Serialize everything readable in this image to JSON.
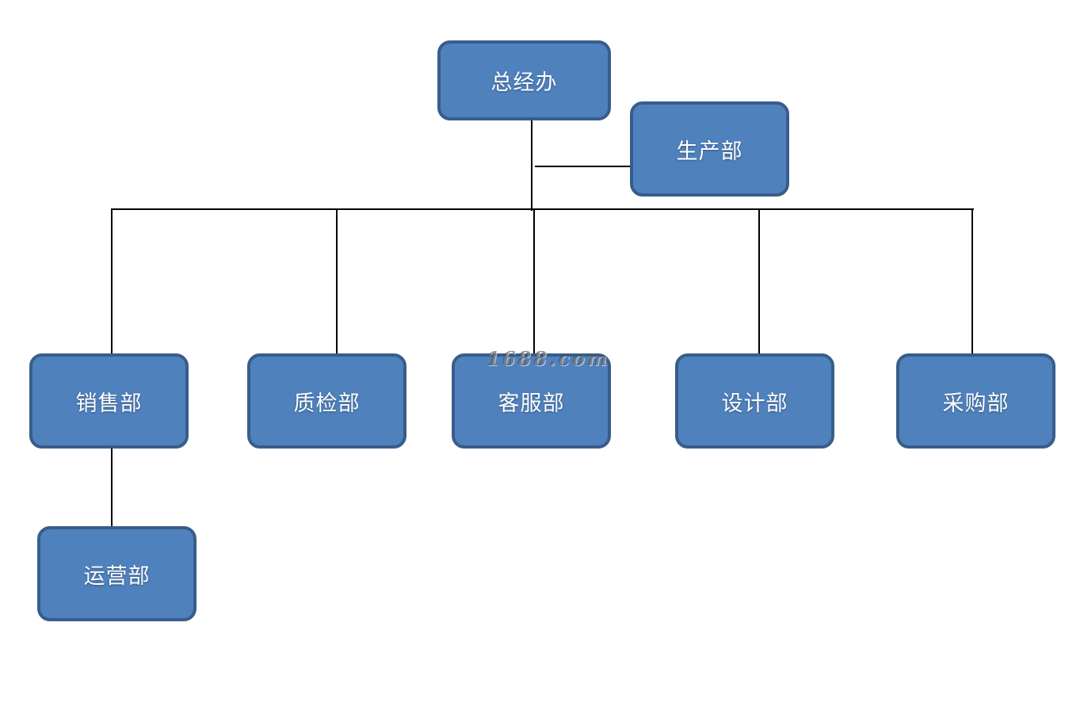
{
  "colors": {
    "node_fill": "#4f81bd",
    "node_border": "#385d8a",
    "node_text": "#ffffff",
    "connector": "#000000",
    "background": "#ffffff"
  },
  "nodes": {
    "root": "总经办",
    "assistant": "生产部",
    "sales": "销售部",
    "quality": "质检部",
    "service": "客服部",
    "design": "设计部",
    "purchase": "采购部",
    "operations": "运营部"
  },
  "watermark": "1688.com"
}
